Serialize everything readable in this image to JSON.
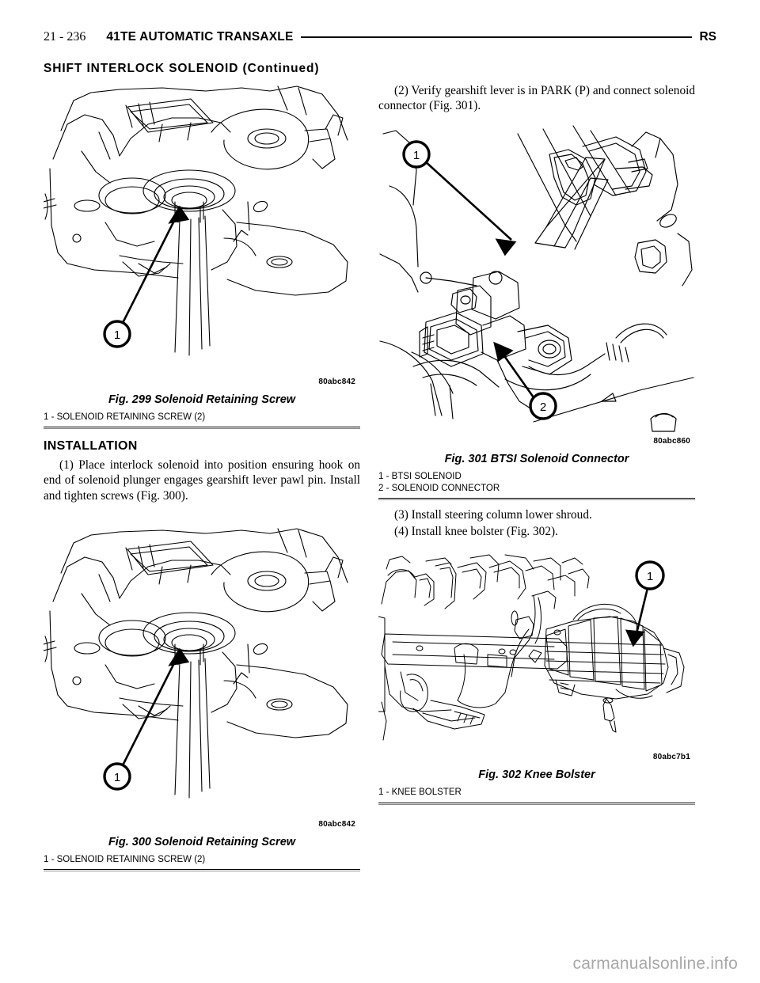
{
  "header": {
    "page_number": "21 - 236",
    "title": "41TE AUTOMATIC TRANSAXLE",
    "right_code": "RS",
    "section": "SHIFT INTERLOCK SOLENOID (Continued)"
  },
  "left_column": {
    "figure_299": {
      "image_code": "80abc842",
      "caption": "Fig. 299 Solenoid Retaining Screw",
      "legend": [
        "1 - SOLENOID RETAINING SCREW (2)"
      ],
      "callouts": [
        "1"
      ]
    },
    "installation_heading": "INSTALLATION",
    "step_1": "(1) Place interlock solenoid into position ensuring hook on end of solenoid plunger engages gearshift lever pawl pin. Install and tighten screws (Fig. 300).",
    "figure_300": {
      "image_code": "80abc842",
      "caption": "Fig. 300 Solenoid Retaining Screw",
      "legend": [
        "1 - SOLENOID RETAINING SCREW (2)"
      ],
      "callouts": [
        "1"
      ]
    }
  },
  "right_column": {
    "step_2": "(2) Verify gearshift lever is in PARK (P) and connect solenoid connector (Fig. 301).",
    "figure_301": {
      "image_code": "80abc860",
      "caption": "Fig. 301 BTSI Solenoid Connector",
      "legend": [
        "1 - BTSI SOLENOID",
        "2 - SOLENOID CONNECTOR"
      ],
      "callouts": [
        "1",
        "2"
      ]
    },
    "step_3": "(3) Install steering column lower shroud.",
    "step_4": "(4) Install knee bolster (Fig. 302).",
    "figure_302": {
      "image_code": "80abc7b1",
      "caption": "Fig. 302 Knee Bolster",
      "legend": [
        "1 - KNEE BOLSTER"
      ],
      "callouts": [
        "1"
      ]
    }
  },
  "watermark": "carmanualsonline.info",
  "colors": {
    "ink": "#000000",
    "page": "#ffffff",
    "watermark": "#a8a8a8"
  }
}
